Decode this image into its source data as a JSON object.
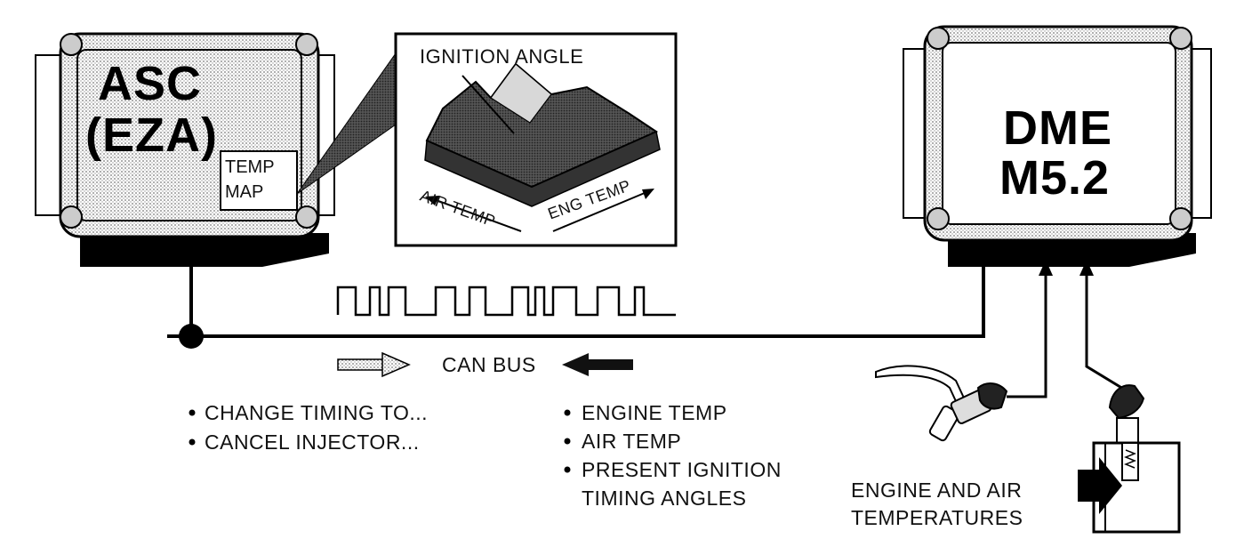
{
  "asc_module": {
    "line1": "ASC",
    "line2": "(EZA)",
    "temp_map_line1": "TEMP",
    "temp_map_line2": "MAP"
  },
  "map_inset": {
    "title": "IGNITION ANGLE",
    "axis_air": "AIR TEMP",
    "axis_engine": "ENG TEMP"
  },
  "dme_module": {
    "line1": "DME",
    "line2": "M5.2"
  },
  "bus": {
    "label": "CAN BUS"
  },
  "asc_messages": [
    "CHANGE TIMING TO...",
    "CANCEL INJECTOR..."
  ],
  "dme_messages": [
    "ENGINE TEMP",
    "AIR TEMP",
    "PRESENT IGNITION",
    "TIMING ANGLES"
  ],
  "sensors": {
    "label_line1": "ENGINE AND AIR",
    "label_line2": "TEMPERATURES"
  },
  "colors": {
    "ink": "#000000",
    "stipple": "#bdbdbd",
    "bezel": "#8a8a8a",
    "paper": "#ffffff"
  }
}
